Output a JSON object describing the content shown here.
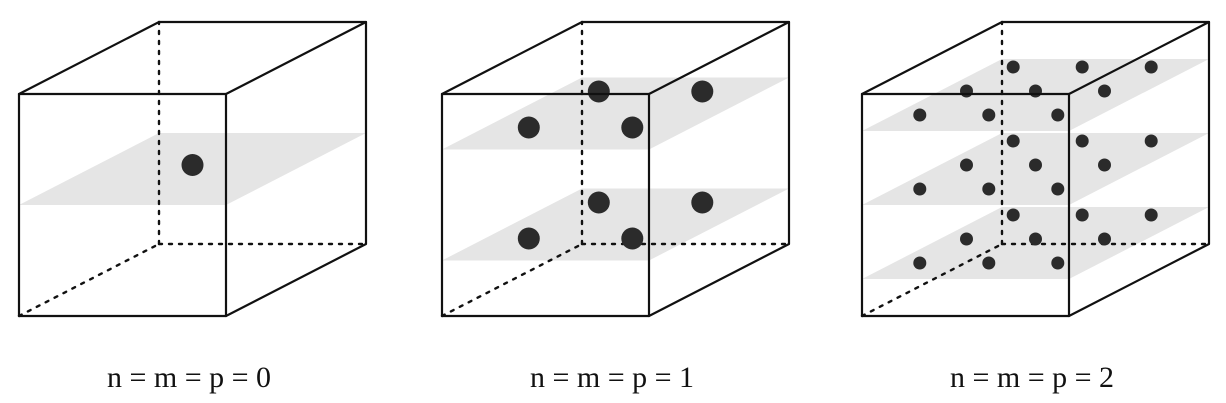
{
  "panels": [
    {
      "caption": "n = m = p = 0",
      "layers": 1,
      "points_per_row": 1
    },
    {
      "caption": "n = m = p = 1",
      "layers": 2,
      "points_per_row": 2
    },
    {
      "caption": "n = m = p = 2",
      "layers": 3,
      "points_per_row": 3
    }
  ],
  "colors": {
    "plane": "#e5e5e5",
    "edge": "#111111",
    "sphere": "#2b2b2b",
    "background": "#ffffff"
  }
}
